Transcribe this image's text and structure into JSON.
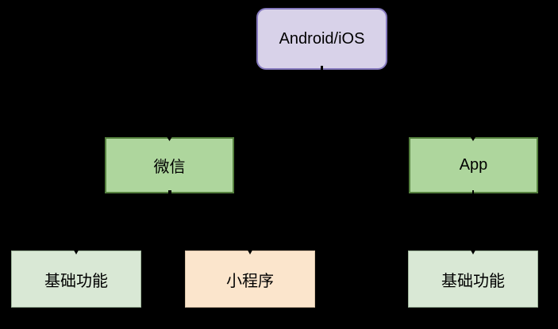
{
  "diagram": {
    "background_color": "#000000",
    "text_color": "#000000",
    "edge_color": "#000000",
    "nodes": [
      {
        "id": "android-ios",
        "label": "Android/iOS",
        "fill": "#D8D2E9",
        "stroke": "#8579BE",
        "shape": "rounded-rectangle"
      },
      {
        "id": "wechat",
        "label": "微信",
        "fill": "#AED69D",
        "stroke": "#55813E",
        "shape": "rectangle"
      },
      {
        "id": "app",
        "label": "App",
        "fill": "#AED69D",
        "stroke": "#55813E",
        "shape": "rectangle"
      },
      {
        "id": "basic-functions-left",
        "label": "基础功能",
        "fill": "#D9E8D5",
        "stroke": "#9FB69B",
        "shape": "rectangle"
      },
      {
        "id": "mini-program",
        "label": "小程序",
        "fill": "#FBE5CC",
        "stroke": "#D9C3A7",
        "shape": "rectangle"
      },
      {
        "id": "basic-functions-right",
        "label": "基础功能",
        "fill": "#D9E8D5",
        "stroke": "#9FB69B",
        "shape": "rectangle"
      }
    ],
    "edges": [
      {
        "from": "android-ios",
        "to": "wechat"
      },
      {
        "from": "android-ios",
        "to": "app"
      },
      {
        "from": "wechat",
        "to": "basic-functions-left"
      },
      {
        "from": "wechat",
        "to": "mini-program"
      },
      {
        "from": "app",
        "to": "basic-functions-right"
      }
    ]
  }
}
